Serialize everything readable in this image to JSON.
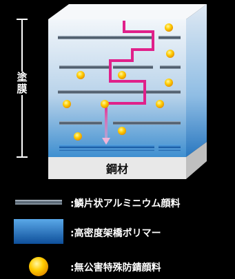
{
  "side_label": [
    "塗",
    "膜"
  ],
  "base_label": "鋼材",
  "legend": {
    "flake": ":鱗片状アルミニウム顔料",
    "polymer": ":高密度架橋ポリマー",
    "pigment": ":無公害特殊防錆顔料"
  },
  "colors": {
    "background": "#000000",
    "flake": "#5a6a7a",
    "polymer": "#1e6fb8",
    "pigment": "#f5b800",
    "path": "#e0208a",
    "steel": "#e6e6e6"
  }
}
